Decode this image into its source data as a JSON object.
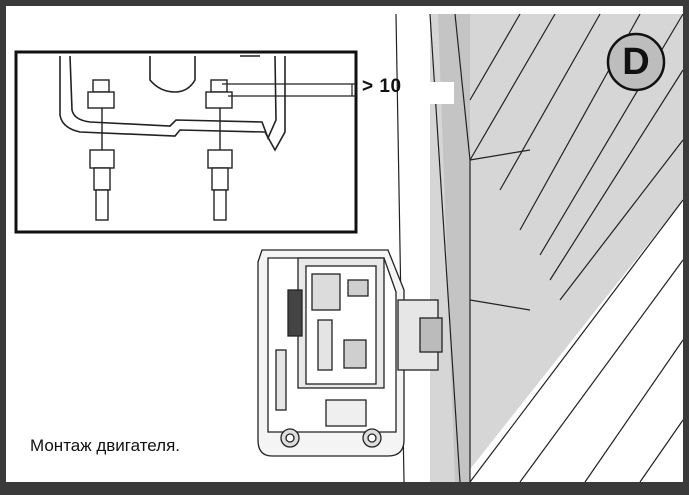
{
  "step_badge": "D",
  "measurement_label": "> 10",
  "caption": "Монтаж двигателя."
}
